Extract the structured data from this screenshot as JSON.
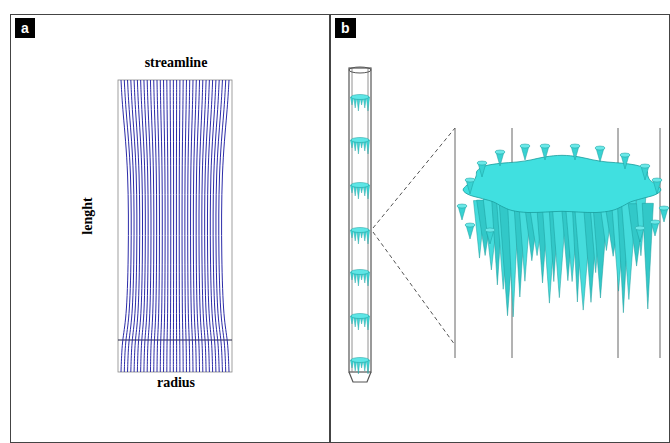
{
  "diagram": {
    "nodes": [
      {
        "text": [
          "a",
          "streamline",
          "lenght",
          "radius"
        ]
      },
      {
        "text": [
          "b"
        ]
      }
    ]
  }
}
